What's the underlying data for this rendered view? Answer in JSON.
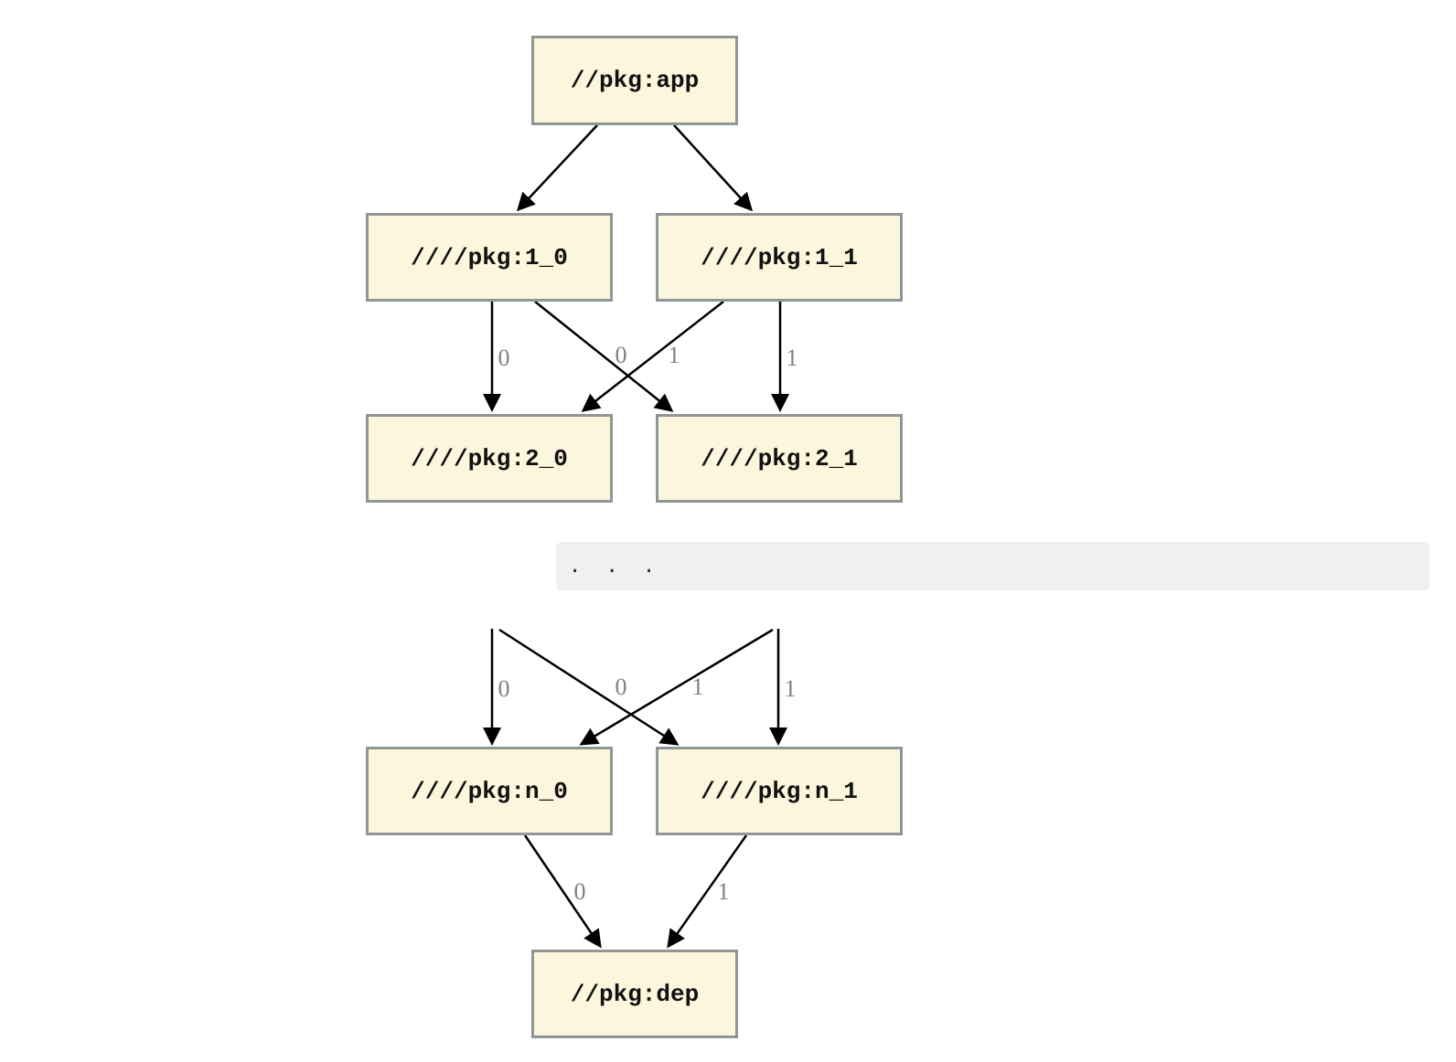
{
  "nodes": {
    "app": "//pkg:app",
    "v1_0": "////pkg:1_0",
    "v1_1": "////pkg:1_1",
    "v2_0": "////pkg:2_0",
    "v2_1": "////pkg:2_1",
    "vn_0": "////pkg:n_0",
    "vn_1": "////pkg:n_1",
    "dep": "//pkg:dep"
  },
  "edge_labels": {
    "upper": [
      "0",
      "0",
      "1",
      "1"
    ],
    "lower": [
      "0",
      "0",
      "1",
      "1"
    ],
    "to_dep": [
      "0",
      "1"
    ]
  },
  "separator": {
    "text": ". . ."
  },
  "colors": {
    "node_fill": "#fcf6dd",
    "node_border": "#909695",
    "node_text": "#111111",
    "edge": "#000000",
    "edge_label": "#808080",
    "separator_bg": "#f0f0f0",
    "separator_text": "#2b2b2b",
    "background": "#ffffff"
  }
}
